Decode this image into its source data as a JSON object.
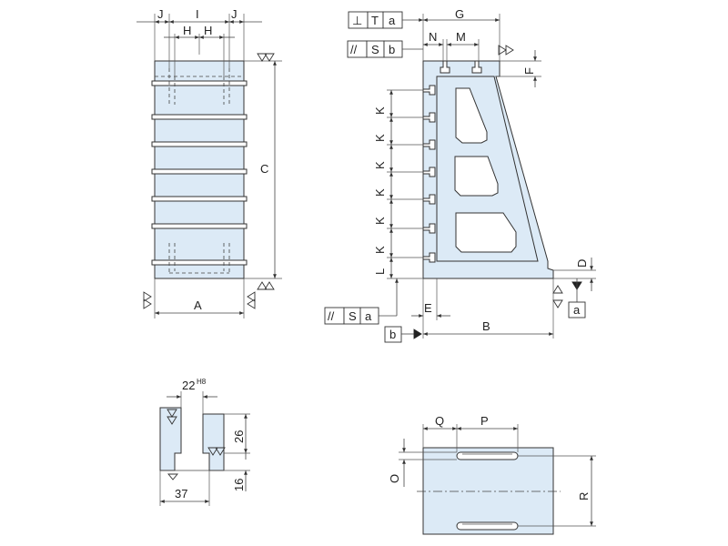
{
  "front_view": {
    "dims": {
      "j_left": "J",
      "i": "I",
      "j_right": "J",
      "h_left": "H",
      "h_right": "H",
      "c": "C",
      "a": "A"
    }
  },
  "side_view": {
    "dims": {
      "g": "G",
      "n": "N",
      "m": "M",
      "f": "F",
      "k": "K",
      "l": "L",
      "e": "E",
      "d": "D",
      "b": "B"
    },
    "tolerance_perpendicularity": {
      "symbol": "⊥",
      "tol": "T",
      "datum": "a"
    },
    "tolerance_parallel_top": {
      "symbol": "//",
      "tol": "S",
      "datum": "b"
    },
    "tolerance_parallel_bottom": {
      "symbol": "//",
      "tol": "S",
      "datum": "a"
    },
    "datum_a": "a",
    "datum_b": "b"
  },
  "tslot_detail": {
    "width": "22",
    "width_fit": "H8",
    "depth": "26",
    "head_height": "16",
    "head_width": "37"
  },
  "bottom_view": {
    "dims": {
      "q": "Q",
      "p": "P",
      "o": "O",
      "r": "R"
    }
  }
}
